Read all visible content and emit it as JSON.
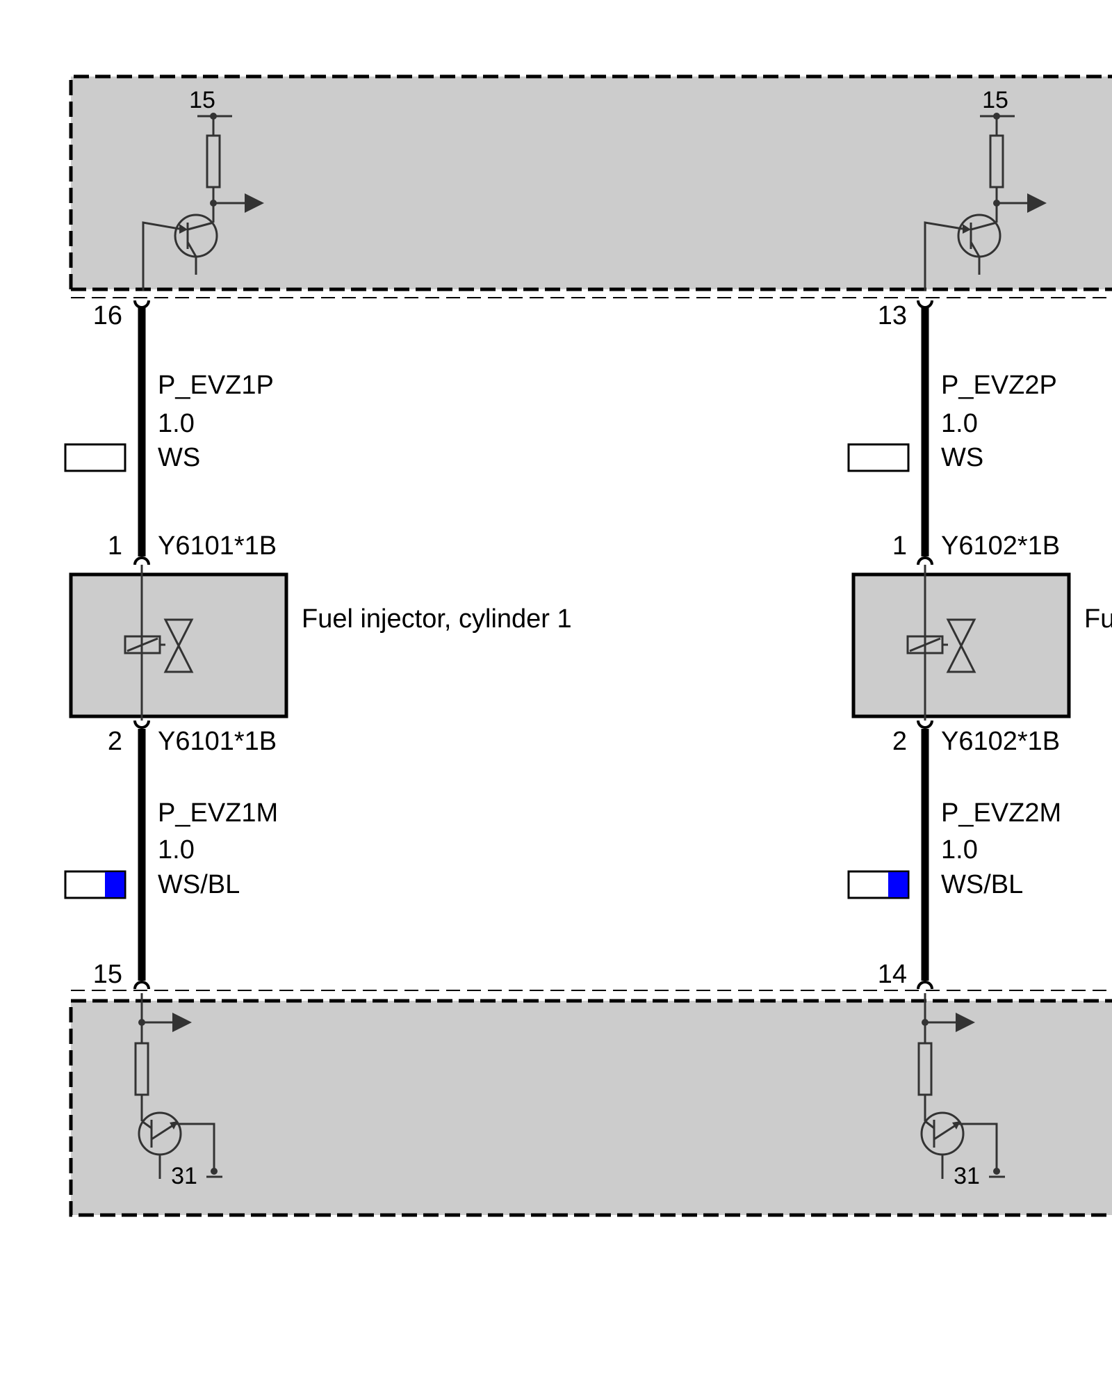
{
  "colors": {
    "module_fill": "#cccccc",
    "wire": "#000000",
    "stripe_blue": "#0000ff",
    "symbol_stroke": "#333333"
  },
  "top_module": {
    "channels": [
      {
        "supply_label": "15",
        "pin": "16"
      },
      {
        "supply_label": "15",
        "pin": "13"
      }
    ]
  },
  "bottom_module": {
    "channels": [
      {
        "ground_label": "31",
        "pin": "15"
      },
      {
        "ground_label": "31",
        "pin": "14"
      }
    ]
  },
  "wires_upper": [
    {
      "signal": "P_EVZ1P",
      "cross_section": "1.0",
      "color_code": "WS"
    },
    {
      "signal": "P_EVZ2P",
      "cross_section": "1.0",
      "color_code": "WS"
    }
  ],
  "wires_lower": [
    {
      "signal": "P_EVZ1M",
      "cross_section": "1.0",
      "color_code": "WS/BL"
    },
    {
      "signal": "P_EVZ2M",
      "cross_section": "1.0",
      "color_code": "WS/BL"
    }
  ],
  "injectors": [
    {
      "name": "Fuel injector, cylinder 1",
      "pin_top": "1",
      "connector_top": "Y6101*1B",
      "pin_bottom": "2",
      "connector_bottom": "Y6101*1B"
    },
    {
      "name": "Fu",
      "pin_top": "1",
      "connector_top": "Y6102*1B",
      "pin_bottom": "2",
      "connector_bottom": "Y6102*1B"
    }
  ]
}
